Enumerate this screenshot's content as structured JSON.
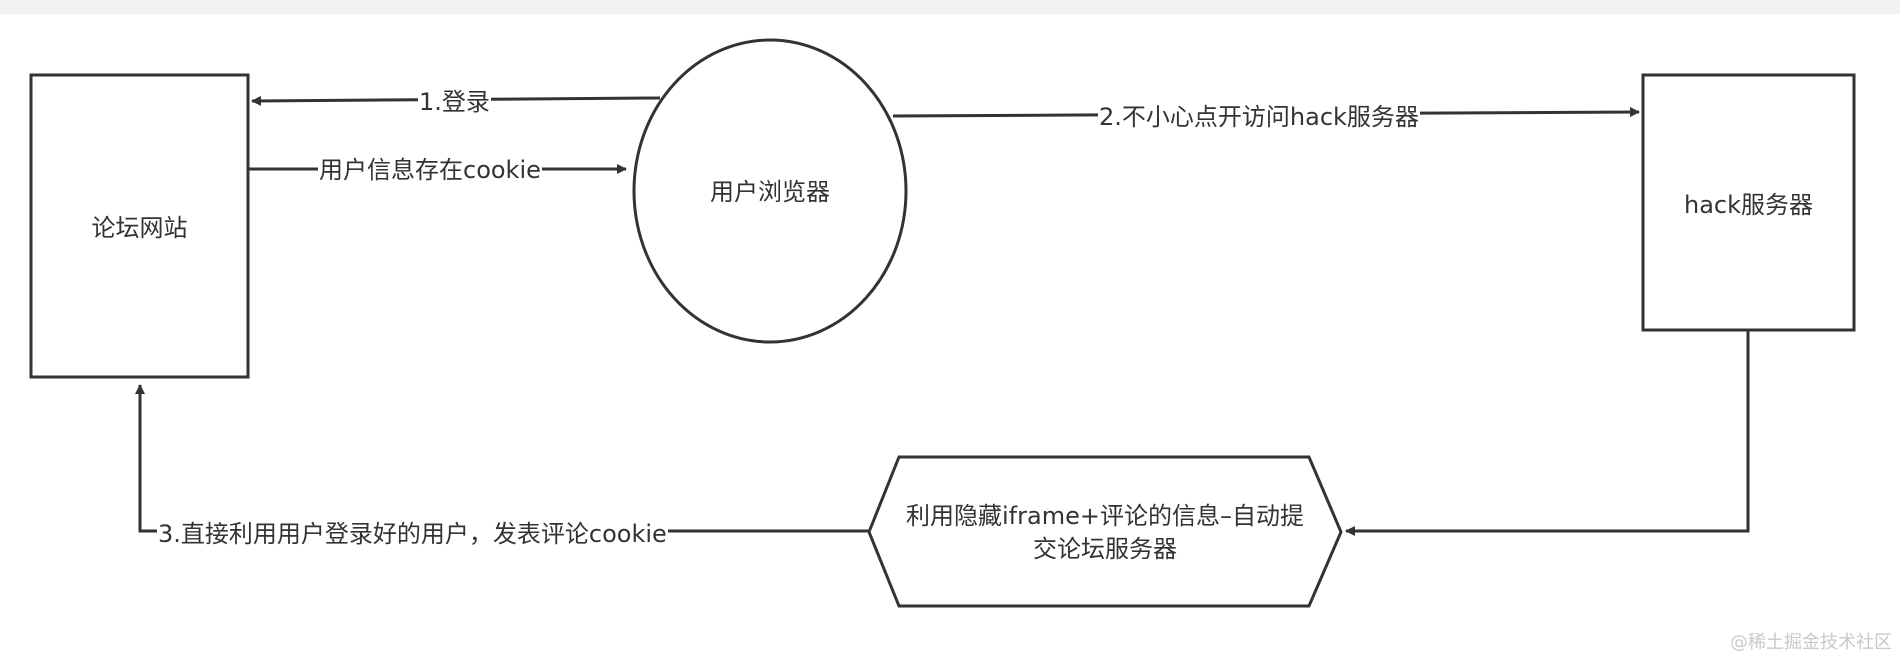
{
  "nodes": {
    "forum_site": "论坛网站",
    "user_browser": "用户浏览器",
    "hack_server": "hack服务器",
    "auto_submit_line1": "利用隐藏iframe+评论的信息–自动提",
    "auto_submit_line2": "交论坛服务器"
  },
  "edges": {
    "login": "1.登录",
    "cookie_stored": "用户信息存在cookie",
    "visit_hack": "2.不小心点开访问hack服务器",
    "post_comment": "3.直接利用用户登录好的用户，发表评论cookie"
  },
  "watermark": "@稀土掘金技术社区",
  "colors": {
    "stroke": "#333333",
    "text": "#333333",
    "background": "#ffffff",
    "top_band": "#f2f2f2",
    "watermark": "#c9c9c9"
  }
}
